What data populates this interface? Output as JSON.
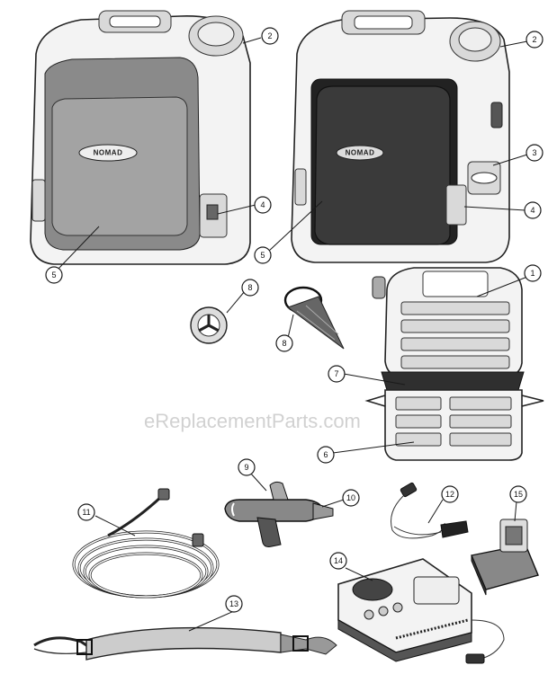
{
  "watermark": "eReplacementParts.com",
  "logo_text": "NOMAD",
  "callouts": {
    "c1": "1",
    "c2a": "2",
    "c2b": "2",
    "c3": "3",
    "c4a": "4",
    "c4b": "4",
    "c5a": "5",
    "c5b": "5",
    "c6": "6",
    "c7": "7",
    "c8a": "8",
    "c8b": "8",
    "c9": "9",
    "c10": "10",
    "c11": "11",
    "c12": "12",
    "c13": "13",
    "c14": "14",
    "c15": "15"
  }
}
